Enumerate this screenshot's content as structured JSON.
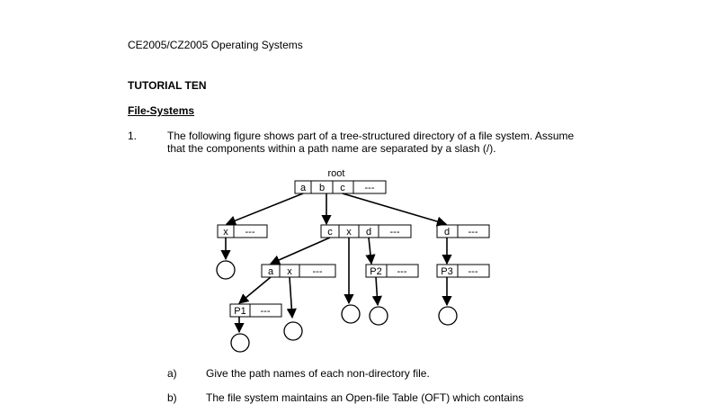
{
  "doc": {
    "course": "CE2005/CZ2005 Operating Systems",
    "tutorial": "TUTORIAL TEN",
    "section": "File-Systems",
    "q1": {
      "number": "1.",
      "line1": "The following figure shows part of a tree-structured directory of a file system. Assume",
      "line2": "that the components within a path name are separated by a slash (/)."
    },
    "qa": {
      "label": "a)",
      "text": "Give the path names of each non-directory file."
    },
    "qb": {
      "label": "b)",
      "text": "The file system maintains an Open-file Table (OFT) which contains"
    }
  },
  "figure": {
    "root_label": "root",
    "root_dir": [
      "a",
      "b",
      "c",
      "---"
    ],
    "dir_x": [
      "x",
      "---"
    ],
    "dir_cxd": [
      "c",
      "x",
      "d",
      "---"
    ],
    "dir_d": [
      "d",
      "---"
    ],
    "dir_ax": [
      "a",
      "x",
      "---"
    ],
    "dir_p2": [
      "P2",
      "---"
    ],
    "dir_p3": [
      "P3",
      "---"
    ],
    "dir_p1": [
      "P1",
      "---"
    ]
  }
}
